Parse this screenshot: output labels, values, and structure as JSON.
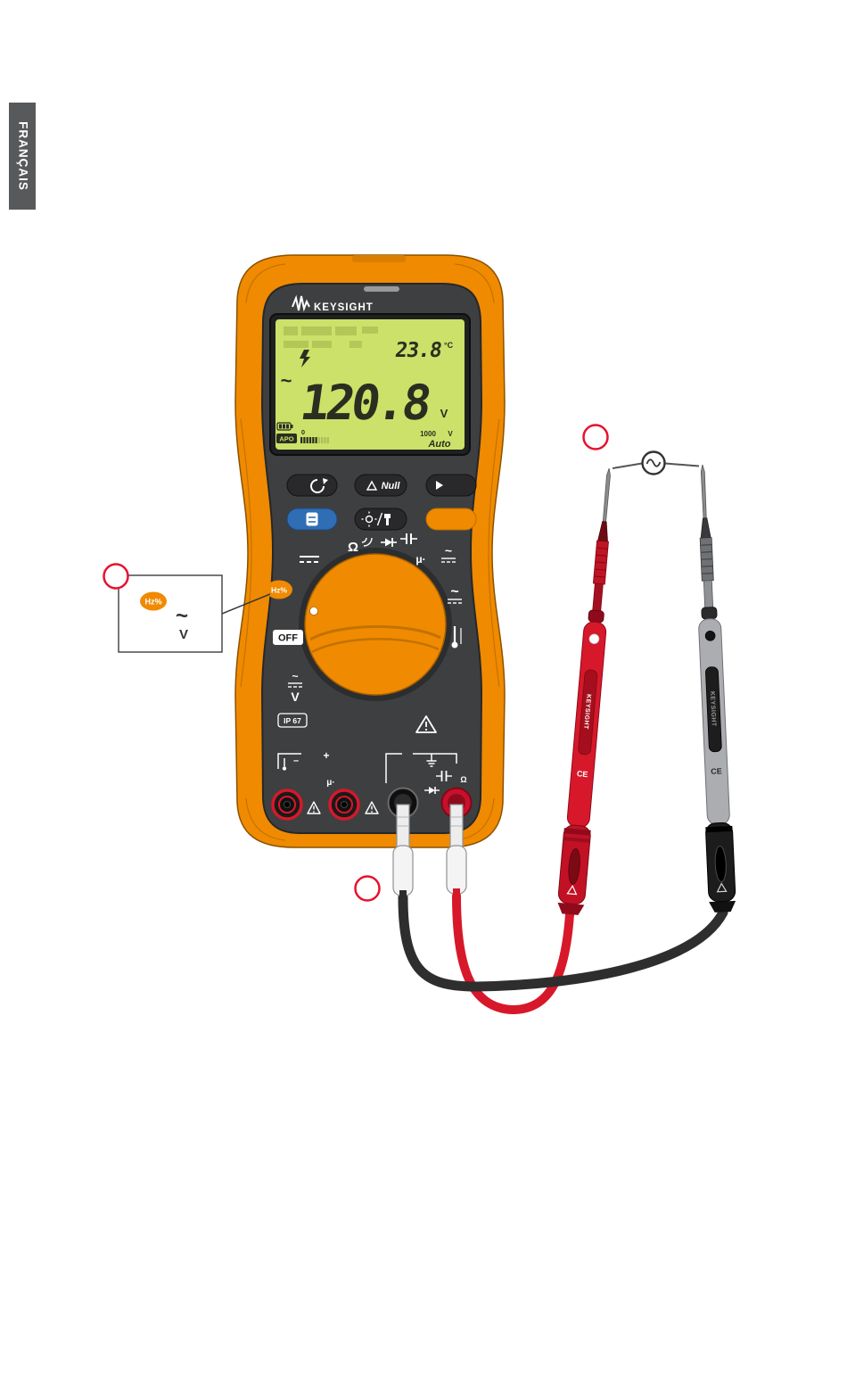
{
  "page": {
    "language_tab": "FRANÇAIS"
  },
  "colors": {
    "orange": "#F08A00",
    "face": "#3E3F41",
    "lcd": "#CBE169",
    "blue_button": "#2F6EB4",
    "red": "#D7182A",
    "callout_red": "#E8112D",
    "black_lead": "#2E2E2E"
  },
  "meter": {
    "brand": "KEYSIGHT",
    "lcd": {
      "ac_symbol": "~",
      "temp_value": "23.8",
      "temp_unit": "°C",
      "main_value": "120.8",
      "main_unit": "V",
      "apo": "APO",
      "bar_zero": "0",
      "bar_plus": "+",
      "range_max": "1000",
      "range_unit": "V",
      "auto": "Auto"
    },
    "buttons": {
      "null": "Null"
    },
    "dial": {
      "hz_percent": "Hz%",
      "off": "OFF",
      "ohm": "Ω",
      "micro": "μ·",
      "ac": "~",
      "v": "V"
    },
    "panel": {
      "ip_rating": "IP 67",
      "minus": "–",
      "plus": "+",
      "micro": "μ·",
      "v": "V",
      "ohm": "Ω"
    }
  },
  "probes": {
    "brand": "KEYSIGHT",
    "ce": "CE"
  },
  "callout_box": {
    "hz_percent": "Hz%",
    "ac": "~",
    "v": "V"
  },
  "icons": {
    "warning": "triangle-exclamation",
    "battery": "battery",
    "bolt": "high-voltage",
    "ac_source": "sine-wave-source",
    "backlight": "sun-flashlight",
    "ground": "earth-ground",
    "diode": "diode",
    "capacitor": "capacitor",
    "thermometer": "thermometer"
  }
}
